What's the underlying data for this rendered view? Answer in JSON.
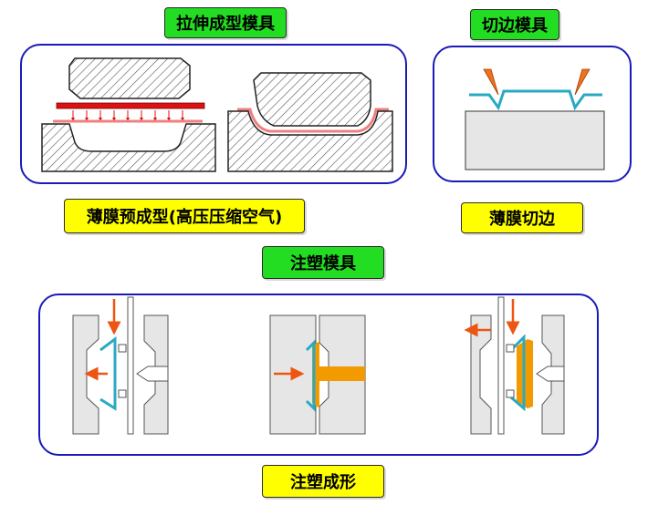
{
  "labels": {
    "stretch_mold": "拉伸成型模具",
    "trim_mold": "切边模具",
    "film_preform": "薄膜预成型(高压压缩空气)",
    "film_trim": "薄膜切边",
    "injection_mold": "注塑模具",
    "injection_forming": "注塑成形"
  },
  "colors": {
    "label_green": "#22dd22",
    "label_yellow": "#ffff00",
    "panel_border": "#1a1ab8",
    "film_red": "#dd1111",
    "film_pink": "#f08080",
    "film_cyan": "#2aa9c4",
    "blade_orange": "#f07020",
    "arrow_orange": "#ee5511",
    "melt_orange": "#f29a00",
    "mold_gray": "#e6e6e6"
  },
  "icons": {
    "arrow": "orange-arrow-icon",
    "blade": "trim-blade-icon"
  }
}
